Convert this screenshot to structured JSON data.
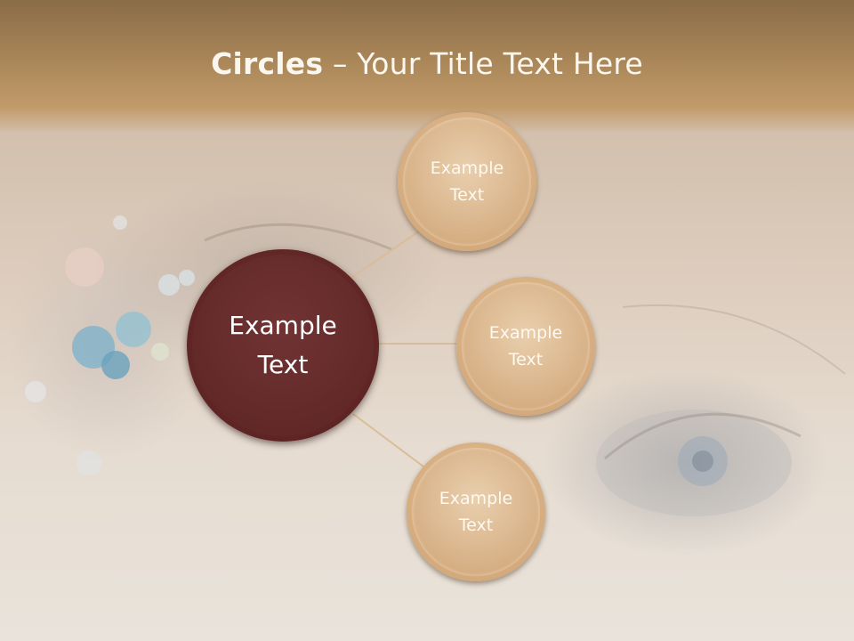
{
  "slide": {
    "title_bold": "Circles",
    "title_rest": " – Your Title Text Here"
  },
  "diagram": {
    "center": {
      "line1": "Example",
      "line2": "Text"
    },
    "nodes": [
      {
        "line1": "Example",
        "line2": "Text"
      },
      {
        "line1": "Example",
        "line2": "Text"
      },
      {
        "line1": "Example",
        "line2": "Text"
      }
    ]
  },
  "colors": {
    "title_bar": "#a98658",
    "center_circle": "#612828",
    "outer_circle": "#d6af84",
    "connector": "#d9bd98"
  }
}
